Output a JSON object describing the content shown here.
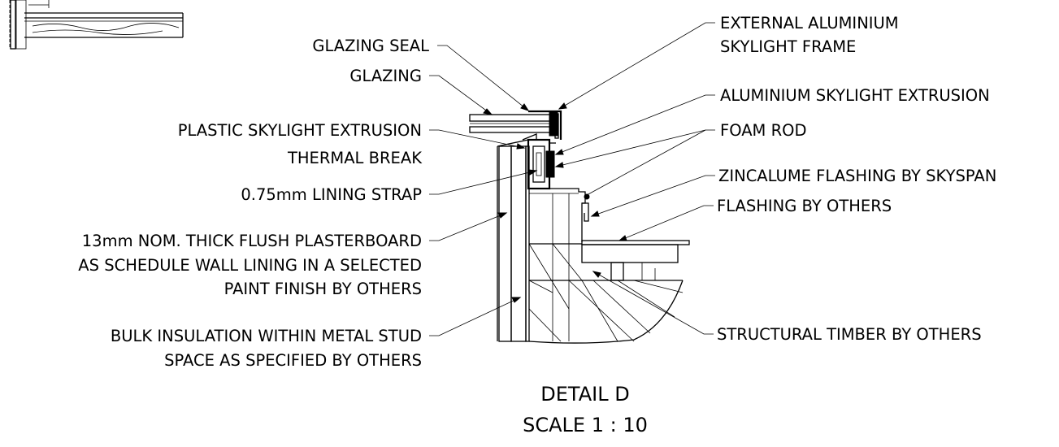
{
  "labels": {
    "glazing_seal": "GLAZING SEAL",
    "glazing": "GLAZING",
    "plastic_extrusion_1": "PLASTIC SKYLIGHT EXTRUSION",
    "plastic_extrusion_2": "THERMAL BREAK",
    "lining_strap": "0.75mm LINING STRAP",
    "plasterboard_1": "13mm NOM. THICK FLUSH PLASTERBOARD",
    "plasterboard_2": "AS SCHEDULE WALL LINING IN A SELECTED",
    "plasterboard_3": "PAINT FINISH BY OTHERS",
    "insulation_1": "BULK INSULATION WITHIN METAL STUD",
    "insulation_2": "SPACE AS SPECIFIED BY OTHERS",
    "external_frame_1": "EXTERNAL ALUMINIUM",
    "external_frame_2": "SKYLIGHT FRAME",
    "aluminium_extrusion": "ALUMINIUM SKYLIGHT EXTRUSION",
    "foam_rod": "FOAM ROD",
    "zincalume_flashing": "ZINCALUME FLASHING BY SKYSPAN",
    "flashing_others": "FLASHING BY OTHERS",
    "structural_timber": "STRUCTURAL TIMBER BY OTHERS"
  },
  "title": {
    "detail": "DETAIL  D",
    "scale": "SCALE 1 : 10"
  }
}
